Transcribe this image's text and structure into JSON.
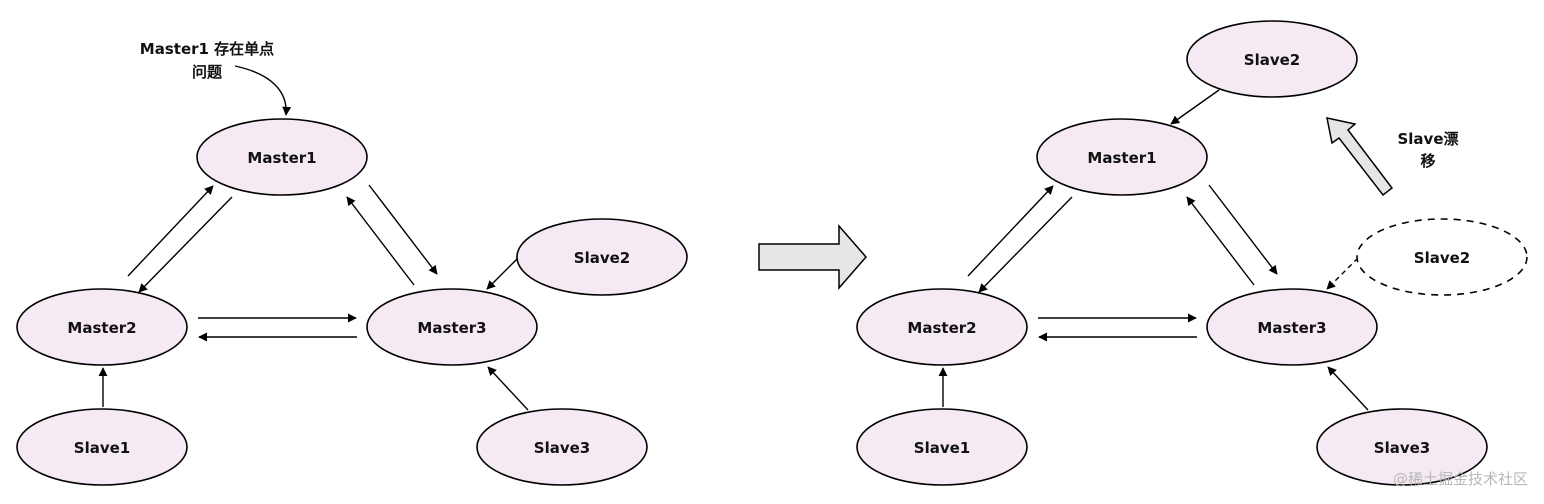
{
  "left": {
    "nodes": {
      "master1": "Master1",
      "master2": "Master2",
      "master3": "Master3",
      "slave1": "Slave1",
      "slave2": "Slave2",
      "slave3": "Slave3"
    },
    "annotation": [
      "Master1 存在单点",
      "问题"
    ]
  },
  "right": {
    "nodes": {
      "master1": "Master1",
      "master2": "Master2",
      "master3": "Master3",
      "slave1": "Slave1",
      "slave2_new": "Slave2",
      "slave2_old": "Slave2",
      "slave3": "Slave3"
    },
    "annotation": [
      "Slave漂",
      "移"
    ]
  },
  "watermark": "@稀土掘金技术社区",
  "colors": {
    "node_fill": "#f5e9f3",
    "arrow_fill": "#e6e6e6",
    "watermark": "#b8b8b8"
  }
}
